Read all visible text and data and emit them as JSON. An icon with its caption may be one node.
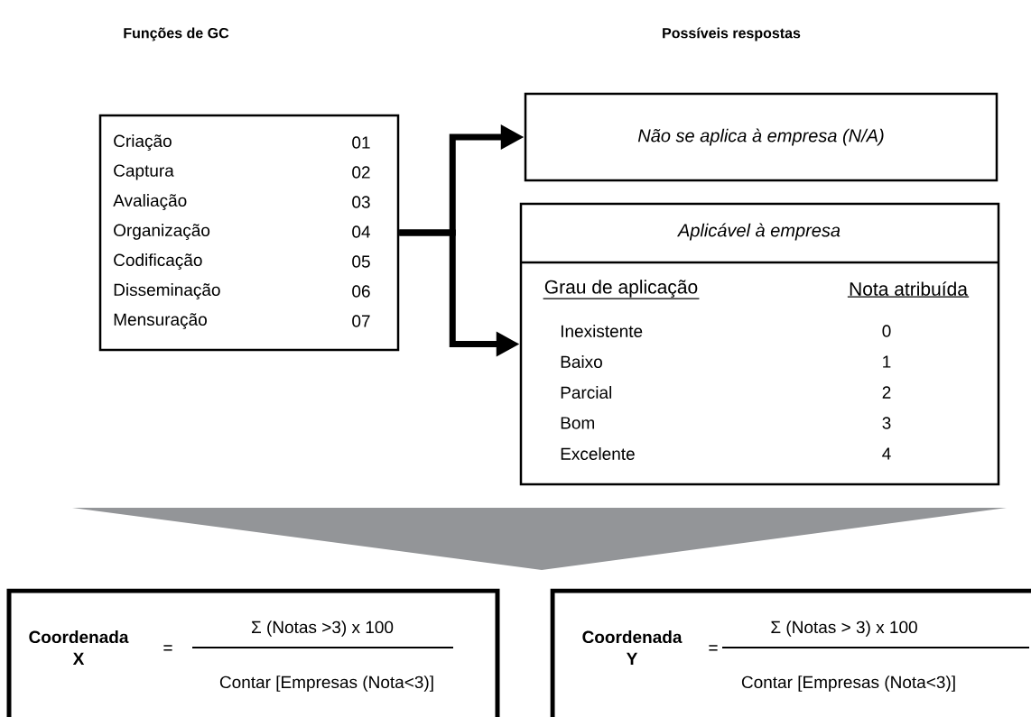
{
  "diagram": {
    "nodes": [
      {
        "text": [
          "Criação",
          "01",
          "Captura",
          "02",
          "Avaliação",
          "03",
          "Organização",
          "04",
          "Codificação",
          "05",
          "Disseminação",
          "06",
          "Mensuração",
          "07"
        ]
      },
      {
        "text": [
          "Não se aplica à empresa (N/A)"
        ]
      },
      {
        "text": [
          "Aplicável à empresa",
          "Grau de aplicação",
          "Nota atribuída",
          "Inexistente",
          "0",
          "Baixo",
          "1",
          "Parcial",
          "2",
          "Bom",
          "3",
          "Excelente",
          "4"
        ]
      },
      {
        "text": [
          "Coordenada X",
          "=",
          "Σ (Notas >3) x 100",
          "Contar [Empresas (Nota<3)]"
        ]
      },
      {
        "text": [
          "Coordenada Y",
          "=",
          "Σ (Notas > 3) x 100",
          "Contar [Empresas (Nota<3)]"
        ]
      }
    ],
    "edges": [
      {
        "from": 0,
        "to": 1,
        "arrow": "to"
      },
      {
        "from": 0,
        "to": 2,
        "arrow": "to"
      }
    ],
    "labels": [
      "Funções de GC",
      "Possíveis respostas"
    ]
  }
}
